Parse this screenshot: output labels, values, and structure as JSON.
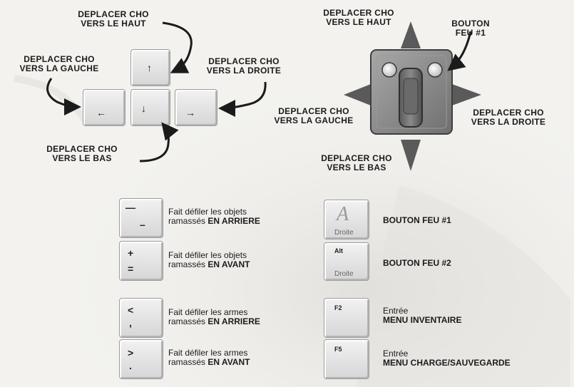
{
  "arrow_keys": {
    "up_label": "DEPLACER CHO\nVERS LE HAUT",
    "left_label": "DEPLACER CHO\nVERS LA GAUCHE",
    "right_label": "DEPLACER CHO\nVERS LA DROITE",
    "down_label": "DEPLACER CHO\nVERS LE BAS",
    "up_glyph": "↑",
    "left_glyph": "←",
    "down_glyph": "↓",
    "right_glyph": "→"
  },
  "joystick": {
    "up_label": "DEPLACER CHO\nVERS LE HAUT",
    "fire_label": "BOUTON\nFEU #1",
    "left_label": "DEPLACER CHO\nVERS LA GAUCHE",
    "right_label": "DEPLACER CHO\nVERS LA DROITE",
    "down_label": "DEPLACER CHO\nVERS LE BAS"
  },
  "left_keys": [
    {
      "top": "—",
      "bottom": "–",
      "text": "Fait défiler les objets",
      "text2": "ramassés ",
      "bold": "EN ARRIERE"
    },
    {
      "top": "+",
      "bottom": "=",
      "text": "Fait défiler les objets",
      "text2": "ramassés ",
      "bold": "EN AVANT"
    },
    {
      "top": "<",
      "bottom": ",",
      "text": "Fait défiler les armes",
      "text2": "ramassés ",
      "bold": "EN ARRIERE"
    },
    {
      "top": ">",
      "bottom": ".",
      "text": "Fait défiler les armes",
      "text2": "ramassés ",
      "bold": "EN AVANT"
    }
  ],
  "right_keys": [
    {
      "cap": "A",
      "sub": "Droite",
      "title": "BOUTON FEU #1"
    },
    {
      "cap": "Alt",
      "sub": "Droite",
      "title": "BOUTON FEU #2"
    },
    {
      "cap": "F2",
      "line1": "Entrée",
      "title": "MENU INVENTAIRE"
    },
    {
      "cap": "F5",
      "line1": "Entrée",
      "title": "MENU CHARGE/SAUVEGARDE"
    }
  ]
}
